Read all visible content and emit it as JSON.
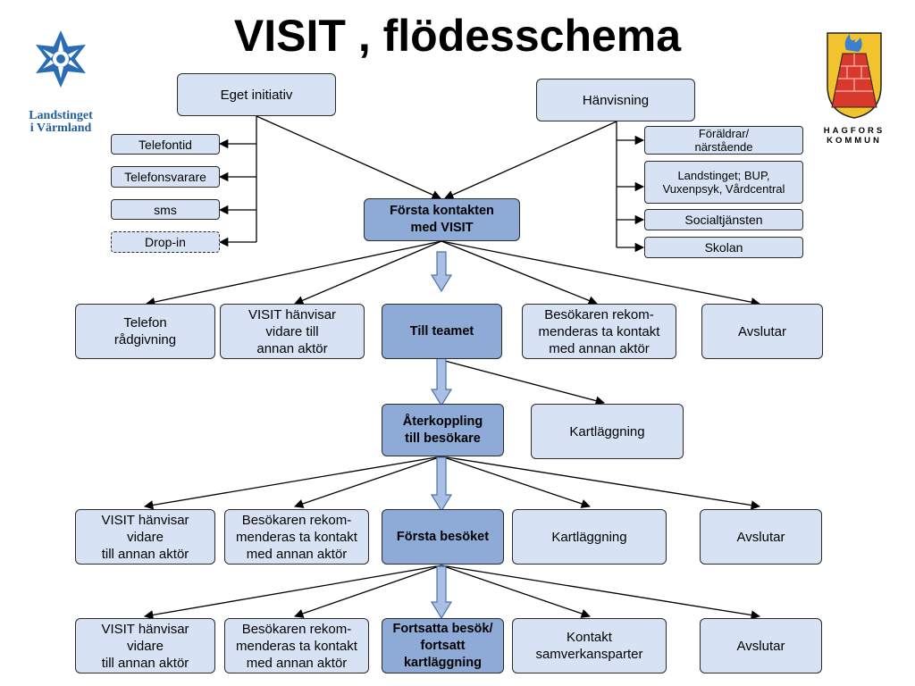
{
  "title": "VISIT , flödesschema",
  "logos": {
    "left_text": "Landstinget\ni Värmland",
    "right_text": "HAGFORS\nKOMMUN"
  },
  "nodes": {
    "eget_initiativ": "Eget initiativ",
    "telefontid": "Telefontid",
    "telefonsvarare": "Telefonsvarare",
    "sms": "sms",
    "drop_in": "Drop-in",
    "hanvisning": "Hänvisning",
    "foraldrar": "Föräldrar/\nnärstående",
    "landstinget": "Landstinget; BUP,\nVuxenpsyk, Vårdcentral",
    "socialtjansten": "Socialtjänsten",
    "skolan": "Skolan",
    "forsta_kontakten": "Första kontakten\nmed VISIT",
    "r1_telefon": "Telefon\nrådgivning",
    "r1_visit_hanvisar": "VISIT hänvisar\nvidare till\nannan aktör",
    "r1_till_teamet": "Till teamet",
    "r1_besokaren": "Besökaren rekom-\nmenderas ta kontakt\nmed annan aktör",
    "r1_avslutar": "Avslutar",
    "aterkoppling": "Återkoppling\ntill besökare",
    "kartlaggning_1": "Kartläggning",
    "r3_visit_hanvisar": "VISIT hänvisar vidare\ntill annan aktör",
    "r3_besokaren": "Besökaren rekom-\nmenderas ta kontakt\nmed annan aktör",
    "r3_forsta_besoket": "Första besöket",
    "r3_kartlaggning": "Kartläggning",
    "r3_avslutar": "Avslutar",
    "r4_visit_hanvisar": "VISIT hänvisar vidare\ntill annan aktör",
    "r4_besokaren": "Besökaren rekom-\nmenderas ta kontakt\nmed annan aktör",
    "r4_fortsatta": "Fortsatta besök/\nfortsatt\nkartläggning",
    "r4_kontakt": "Kontakt\nsamverkansparter",
    "r4_avslutar": "Avslutar"
  },
  "colors": {
    "light_box": "#d7e3f4",
    "dark_box": "#8eaad6",
    "border": "#2b2b2b",
    "block_arrow": "#a9c0e2"
  }
}
